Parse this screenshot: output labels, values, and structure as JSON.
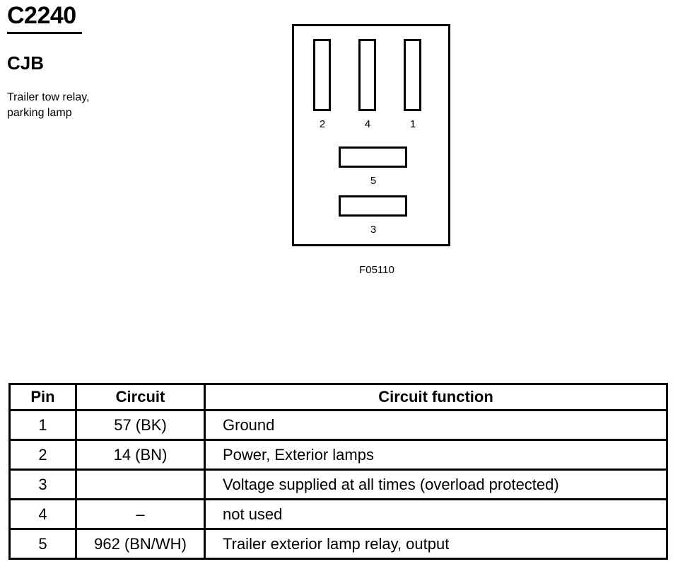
{
  "header": {
    "connector_id": "C2240",
    "location": "CJB",
    "description_lines": [
      "Trailer tow relay,",
      "parking lamp"
    ]
  },
  "connector_face": {
    "pins": [
      {
        "number": "2",
        "orientation": "vertical"
      },
      {
        "number": "4",
        "orientation": "vertical"
      },
      {
        "number": "1",
        "orientation": "vertical"
      },
      {
        "number": "5",
        "orientation": "horizontal"
      },
      {
        "number": "3",
        "orientation": "horizontal"
      }
    ],
    "figure_code": "F05110"
  },
  "table": {
    "headers": {
      "pin": "Pin",
      "circuit": "Circuit",
      "function": "Circuit function"
    },
    "rows": [
      {
        "pin": "1",
        "circuit": "57 (BK)",
        "function": "Ground"
      },
      {
        "pin": "2",
        "circuit": "14 (BN)",
        "function": "Power, Exterior lamps"
      },
      {
        "pin": "3",
        "circuit": "",
        "function": "Voltage supplied at all times (overload protected)"
      },
      {
        "pin": "4",
        "circuit": "–",
        "function": "not used"
      },
      {
        "pin": "5",
        "circuit": "962 (BN/WH)",
        "function": "Trailer exterior lamp relay, output"
      }
    ]
  }
}
